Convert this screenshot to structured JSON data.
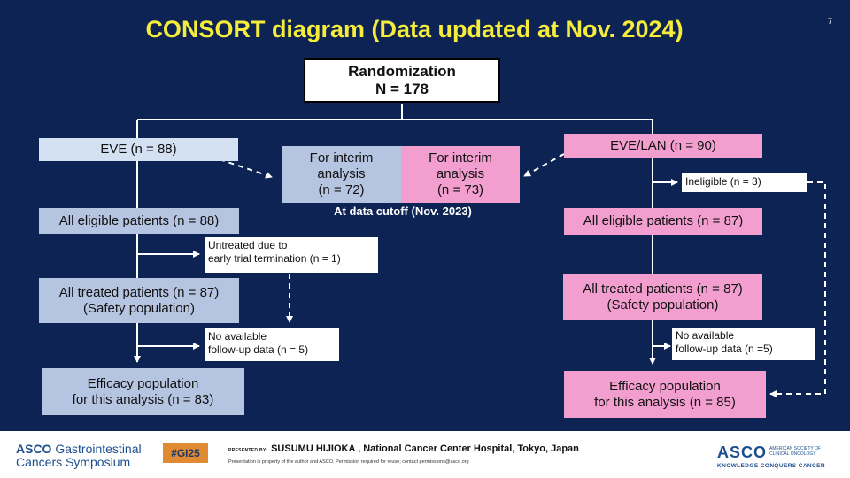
{
  "title": "CONSORT diagram (Data updated at Nov. 2024)",
  "page_number": "7",
  "randomization": {
    "line1": "Randomization",
    "line2": "N = 178"
  },
  "eve_arm": {
    "header": "EVE (n = 88)",
    "eligible": "All eligible patients  (n = 88)",
    "untreated_line1": "Untreated due to",
    "untreated_line2": "early trial termination (n = 1)",
    "treated_line1": "All treated patients  (n = 87)",
    "treated_line2": "(Safety population)",
    "no_followup_line1": "No available",
    "no_followup_line2": "follow-up data (n = 5)",
    "efficacy_line1": "Efficacy population",
    "efficacy_line2": "for this analysis (n = 83)"
  },
  "interim": {
    "eve_line1": "For interim",
    "eve_line2": "analysis",
    "eve_line3": "(n = 72)",
    "lan_line1": "For interim",
    "lan_line2": "analysis",
    "lan_line3": "(n = 73)",
    "cutoff": "At data cutoff (Nov. 2023)"
  },
  "lan_arm": {
    "header": "EVE/LAN (n = 90)",
    "ineligible": "Ineligible (n = 3)",
    "eligible": "All eligible patients (n = 87)",
    "treated_line1": "All treated patients (n = 87)",
    "treated_line2": "(Safety population)",
    "no_followup_line1": "No available",
    "no_followup_line2": "follow-up data (n =5)",
    "efficacy_line1": "Efficacy population",
    "efficacy_line2": "for this analysis (n = 85)"
  },
  "footer": {
    "brand_bold": "ASCO",
    "brand_line1_rest": " Gastrointestinal",
    "brand_line2": "Cancers Symposium",
    "hashtag": "#GI25",
    "presented_label": "PRESENTED BY:",
    "presenter": "SUSUMU HIJIOKA , National Cancer Center Hospital, Tokyo, Japan",
    "disclaimer": "Presentation is property of the author and ASCO. Permission required for reuse; contact permissions@asco.org",
    "logo_word": "ASCO",
    "logo_sub": "AMERICAN SOCIETY OF CLINICAL ONCOLOGY",
    "logo_tagline": "KNOWLEDGE CONQUERS CANCER"
  },
  "colors": {
    "background": "#0c2354",
    "title": "#f5ec3b",
    "eve_box": "#b5c4e0",
    "lan_box": "#f29fcf",
    "hashtag_bg": "#e08a33"
  }
}
